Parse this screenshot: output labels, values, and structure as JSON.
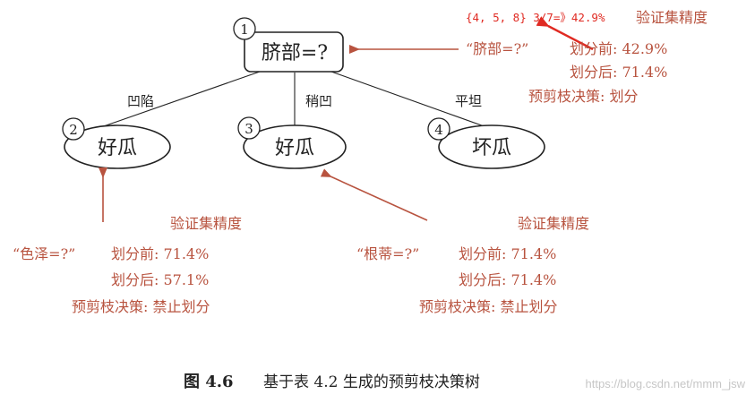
{
  "colors": {
    "ink": "#222222",
    "annotation": "#b8533f",
    "arrow_red": "#e02a22",
    "watermark": "#c6c6c6"
  },
  "tree": {
    "root": {
      "number": "1",
      "label": "脐部=?"
    },
    "edges": {
      "left": "凹陷",
      "middle": "稍凹",
      "right": "平坦"
    },
    "leaves": [
      {
        "number": "2",
        "label": "好瓜"
      },
      {
        "number": "3",
        "label": "好瓜"
      },
      {
        "number": "4",
        "label": "坏瓜"
      }
    ]
  },
  "top_note": {
    "calc": "{4, 5, 8} 3/7=》42.9%",
    "title": "验证集精度"
  },
  "root_annotation": {
    "question": "“脐部=?”",
    "before": "划分前: 42.9%",
    "after": "划分后: 71.4%",
    "decision": "预剪枝决策: 划分"
  },
  "left_annotation": {
    "title": "验证集精度",
    "question": "“色泽=?”",
    "before": "划分前: 71.4%",
    "after": "划分后: 57.1%",
    "decision": "预剪枝决策: 禁止划分"
  },
  "middle_annotation": {
    "title": "验证集精度",
    "question": "“根蒂=?”",
    "before": "划分前: 71.4%",
    "after": "划分后: 71.4%",
    "decision": "预剪枝决策: 禁止划分"
  },
  "caption": {
    "figure_label": "图 4.6",
    "text": "基于表 4.2 生成的预剪枝决策树"
  },
  "watermark": "https://blog.csdn.net/mmm_jsw"
}
